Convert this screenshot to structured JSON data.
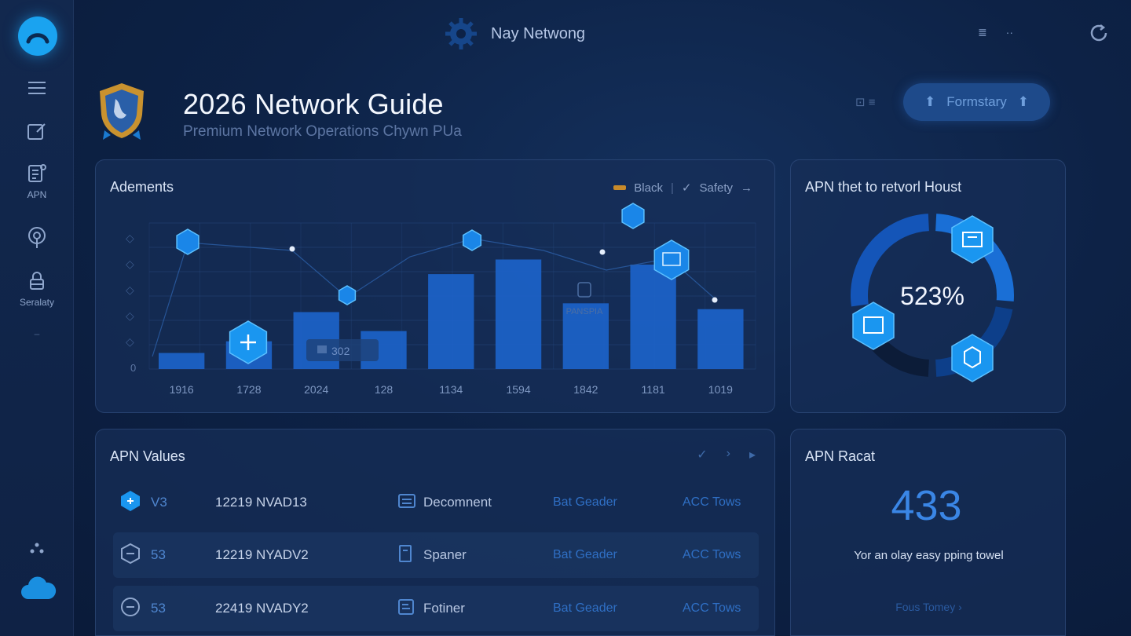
{
  "app": {
    "top_title": "Nay Netwong"
  },
  "sidebar": {
    "items": [
      {
        "icon": "menu-icon",
        "label": ""
      },
      {
        "icon": "edit-icon",
        "label": ""
      },
      {
        "icon": "apn-icon",
        "label": "APN"
      },
      {
        "icon": "signal-icon",
        "label": ""
      },
      {
        "icon": "security-icon",
        "label": "Seralaty"
      }
    ]
  },
  "header": {
    "title": "2026 Network Guide",
    "subtitle": "Premium Network Operations  Chywn PUa",
    "small_label": "⊡ ≡",
    "primary_button": "Formstary"
  },
  "chart_card": {
    "title": "Adements",
    "legend": [
      {
        "name": "Black",
        "color": "#c88a2a"
      },
      {
        "name": "Safety",
        "color": "#8aa0c6"
      }
    ],
    "tooltip": "302",
    "overlay_label": "PANSPIA"
  },
  "chart_data": {
    "type": "bar",
    "title": "Adements",
    "categories": [
      "1916",
      "1728",
      "2024",
      "128",
      "1134",
      "1594",
      "1842",
      "1181",
      "1019"
    ],
    "values": [
      22,
      38,
      78,
      52,
      130,
      150,
      90,
      143,
      82
    ],
    "ylim": [
      0,
      200
    ],
    "y_ticks": [
      "0"
    ],
    "grid": true,
    "legend_position": "top-right"
  },
  "donut_card": {
    "title": "APN thet to retvorl Houst",
    "value_label": "523%",
    "segments": [
      0.27,
      0.23,
      0.22,
      0.28
    ],
    "colors": [
      "#1a6fd6",
      "#0d3f8a",
      "#0c1c38",
      "#1455b8"
    ]
  },
  "apn_card": {
    "title": "APN Values",
    "rows": [
      {
        "id": "V3",
        "code": "12219 NVAD13",
        "type": "Decomnent",
        "col_a": "Bat Geader",
        "col_b": "ACC Tows"
      },
      {
        "id": "53",
        "code": "12219 NYADV2",
        "type": "Spaner",
        "col_a": "Bat Geader",
        "col_b": "ACC Tows"
      },
      {
        "id": "53",
        "code": "22419 NVADY2",
        "type": "Fotiner",
        "col_a": "Bat Geader",
        "col_b": "ACC Tows"
      }
    ]
  },
  "stat_card": {
    "title": "APN Racat",
    "value": "433",
    "caption": "Yor an olay easy pping towel",
    "link": "Fous Tomey ›"
  },
  "colors": {
    "accent": "#1aa3f0",
    "bar": "#1c63c9",
    "background": "#0d2246"
  }
}
